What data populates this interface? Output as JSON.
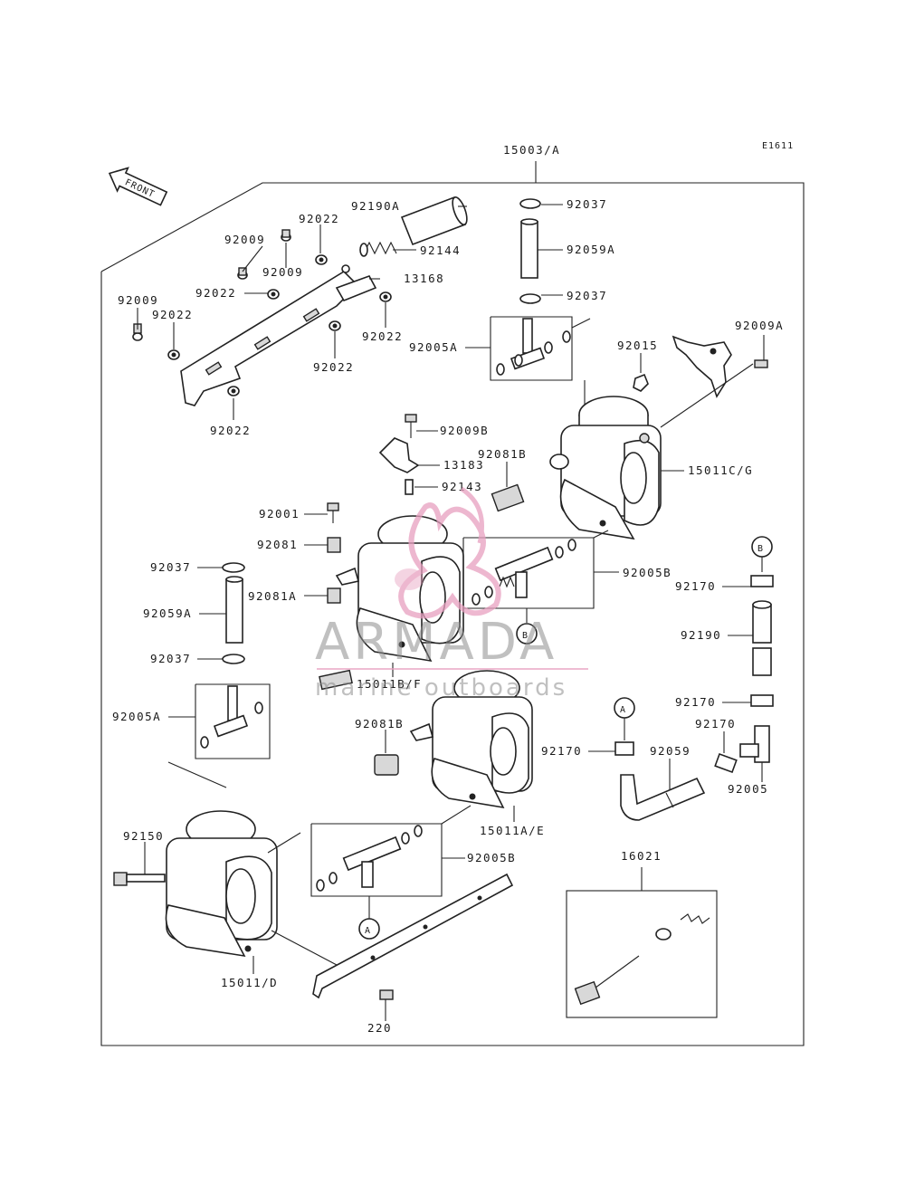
{
  "diagram": {
    "code": "E1611",
    "assembly_label": "15003/A",
    "front_arrow_text": "FRONT",
    "callout_a": "A",
    "callout_b": "B"
  },
  "labels": {
    "p92190A": "92190A",
    "p92037_top": "92037",
    "p92022_a": "92022",
    "p92009_a": "92009",
    "p92144": "92144",
    "p92059A_top": "92059A",
    "p92009_b": "92009",
    "p13168": "13168",
    "p92009_c": "92009",
    "p92022_b": "92022",
    "p92037_mid": "92037",
    "p92022_c": "92022",
    "p92022_d": "92022",
    "p92005A_top": "92005A",
    "p92015": "92015",
    "p92009A": "92009A",
    "p92022_e": "92022",
    "p92022_f": "92022",
    "p92009B": "92009B",
    "p92081B_a": "92081B",
    "p13183": "13183",
    "p15011CG": "15011C/G",
    "p92143": "92143",
    "p92001": "92001",
    "p92081": "92081",
    "p92037_left_a": "92037",
    "p92005B_a": "92005B",
    "p92081A": "92081A",
    "p92170_a": "92170",
    "p92059A_left": "92059A",
    "p92190": "92190",
    "p92037_left_b": "92037",
    "p15011BF": "15011B/F",
    "p92170_b": "92170",
    "p92005A_left": "92005A",
    "p92081B_b": "92081B",
    "p92170_c": "92170",
    "p92170_d": "92170",
    "p92059": "92059",
    "p92005": "92005",
    "p15011AE": "15011A/E",
    "p92150": "92150",
    "p92005B_b": "92005B",
    "p16021": "16021",
    "p15011D": "15011/D",
    "p220": "220"
  },
  "watermark": {
    "brand": "ARMADA",
    "tagline": "marine outboards",
    "accent_color": "#e8a0c0"
  }
}
